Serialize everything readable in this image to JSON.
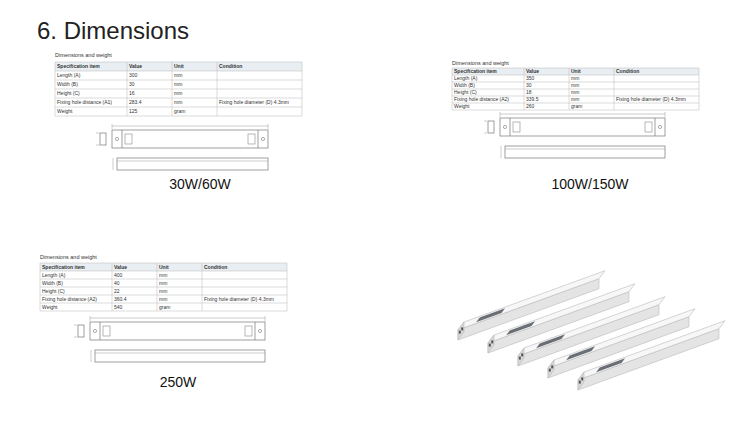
{
  "diagram": {
    "title": "6. Dimensions",
    "labels": [
      "Dimensions and weight",
      "Specification item",
      "Value",
      "Unit",
      "Condition",
      "Length (A)",
      "300",
      "mm",
      "Width (B)",
      "30",
      "mm",
      "Height (C)",
      "16",
      "mm",
      "Fixing hole distance (A1)",
      "283.4",
      "mm",
      "Fixing hole diameter (D) 4.3mm",
      "Weight",
      "125",
      "gram",
      "30W/60W",
      "Dimensions and weight",
      "Specification item",
      "Value",
      "Unit",
      "Condition",
      "Length (A)",
      "350",
      "mm",
      "Width (B)",
      "30",
      "mm",
      "Height (C)",
      "18",
      "mm",
      "Fixing hole distance (A2)",
      "339.5",
      "mm",
      "Fixing hole diameter (D) 4.3mm",
      "Weight",
      "260",
      "gram",
      "100W/150W",
      "Dimensions and weight",
      "Specification item",
      "Value",
      "Unit",
      "Condition",
      "Length (A)",
      "400",
      "mm",
      "Width (B)",
      "40",
      "mm",
      "Height (C)",
      "22",
      "mm",
      "Fixing hole distance (A2)",
      "360.4",
      "mm",
      "Fixing hole diameter (D) 4.3mm",
      "Weight",
      "540",
      "gram",
      "250W"
    ]
  }
}
